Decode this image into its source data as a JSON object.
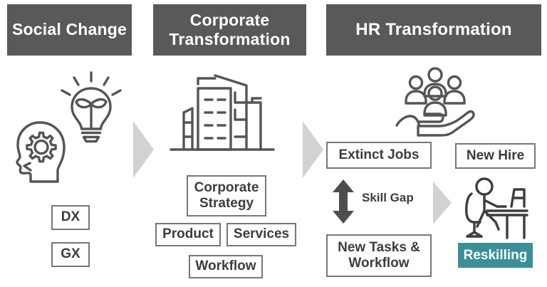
{
  "headers": [
    {
      "id": "social",
      "label": "Social Change"
    },
    {
      "id": "corporate",
      "label": "Corporate Transformation"
    },
    {
      "id": "hr",
      "label": "HR Transformation"
    }
  ],
  "columns": {
    "social_change": {
      "icons": [
        {
          "name": "head-with-gear-icon"
        },
        {
          "name": "lightbulb-with-leaf-icon"
        }
      ],
      "boxes": [
        {
          "id": "dx",
          "label": "DX"
        },
        {
          "id": "gx",
          "label": "GX"
        }
      ]
    },
    "corporate_transformation": {
      "icons": [
        {
          "name": "office-buildings-icon"
        }
      ],
      "boxes": [
        {
          "id": "strategy",
          "label": "Corporate Strategy"
        },
        {
          "id": "product",
          "label": "Product"
        },
        {
          "id": "services",
          "label": "Services"
        },
        {
          "id": "workflow",
          "label": "Workflow"
        }
      ]
    },
    "hr_transformation": {
      "icons": [
        {
          "name": "hand-holding-people-icon"
        },
        {
          "name": "person-at-desk-icon"
        }
      ],
      "boxes": [
        {
          "id": "extinct_jobs",
          "label": "Extinct Jobs"
        },
        {
          "id": "new_tasks",
          "label": "New Tasks & Workflow"
        },
        {
          "id": "new_hire",
          "label": "New Hire"
        },
        {
          "id": "reskilling",
          "label": "Reskilling"
        }
      ],
      "skill_gap": {
        "label": "Skill Gap",
        "arrow": "double-headed-vertical-arrow"
      }
    }
  },
  "arrows": [
    {
      "id": "arrow-1",
      "name": "chevron-right-social-to-corporate"
    },
    {
      "id": "arrow-2",
      "name": "chevron-right-corporate-to-hr"
    },
    {
      "id": "arrow-3",
      "name": "chevron-right-tasks-to-reskilling"
    }
  ],
  "colors": {
    "header_bar": "#595959",
    "box_border": "#777777",
    "text_dark": "#3d3d3d",
    "accent_teal": "#3a9099",
    "arrow_gray": "#d2d2d2",
    "icon_stroke": "#555555",
    "background": "#ffffff"
  }
}
